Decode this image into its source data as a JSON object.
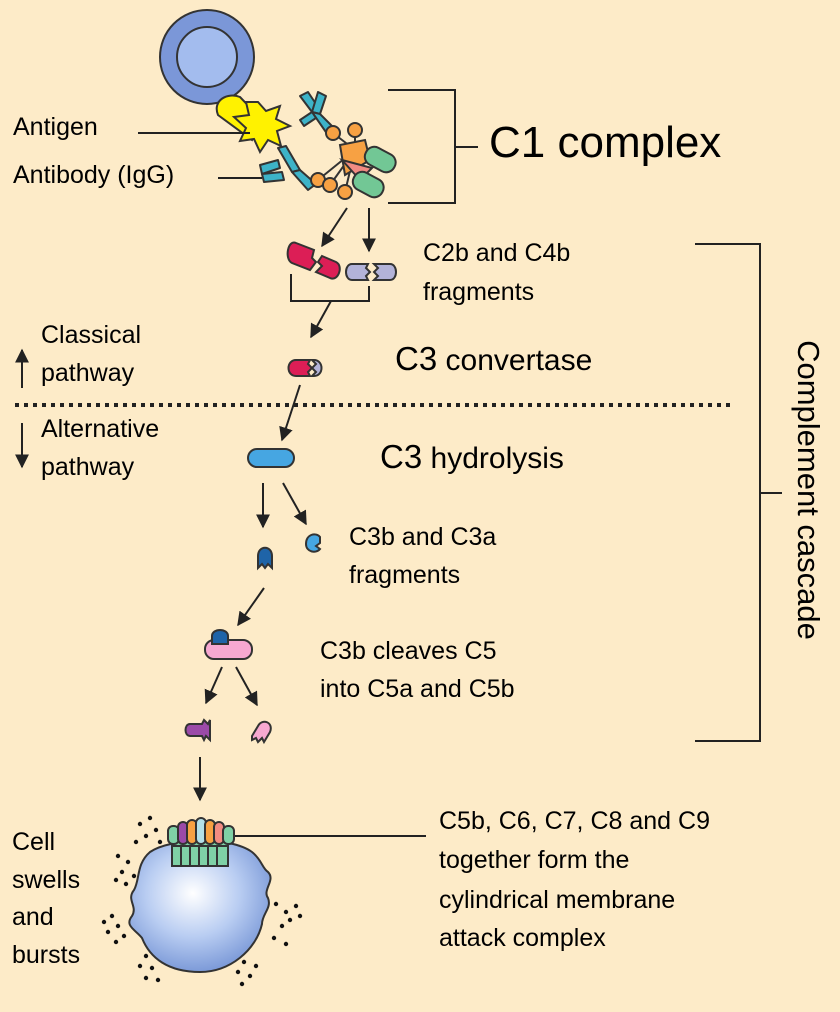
{
  "labels": {
    "antigen": "Antigen",
    "antibody": "Antibody (IgG)",
    "c1_complex": "C1 complex",
    "c2b_c4b_line1": "C2b and C4b",
    "c2b_c4b_line2": "fragments",
    "classical_line1": "Classical",
    "classical_line2": "pathway",
    "alternative_line1": "Alternative",
    "alternative_line2": "pathway",
    "c3_convertase_bold": "C3",
    "c3_convertase_rest": " convertase",
    "c3_hydrolysis_bold": "C3",
    "c3_hydrolysis_rest": " hydrolysis",
    "c3b_c3a_line1": "C3b and C3a",
    "c3b_c3a_line2": "fragments",
    "c3b_cleaves_line1": "C3b cleaves C5",
    "c3b_cleaves_line2": " into C5a and C5b",
    "cell_line1": "Cell",
    "cell_line2": "swells",
    "cell_line3": "and",
    "cell_line4": "bursts",
    "mac_line1": "C5b, C6, C7, C8 and C9",
    "mac_line2": "together form the",
    "mac_line3": "cylindrical membrane",
    "mac_line4": "attack complex",
    "complement_cascade": "Complement cascade"
  },
  "colors": {
    "background": "#fdebc8",
    "cell_blue": "#a3bcee",
    "antigen_yellow": "#fff200",
    "antibody_teal": "#3db3c8",
    "c1_orange": "#f7a143",
    "c1_green": "#72c795",
    "c2b_red": "#dc1e56",
    "c4b_lavender": "#b3b3d9",
    "c3_blue": "#46a6e2",
    "c3b_navy": "#1f64a8",
    "c5_pink": "#f7a8d1",
    "c5a_purple": "#9b4aa8",
    "mac_green": "#7fd1a6"
  }
}
